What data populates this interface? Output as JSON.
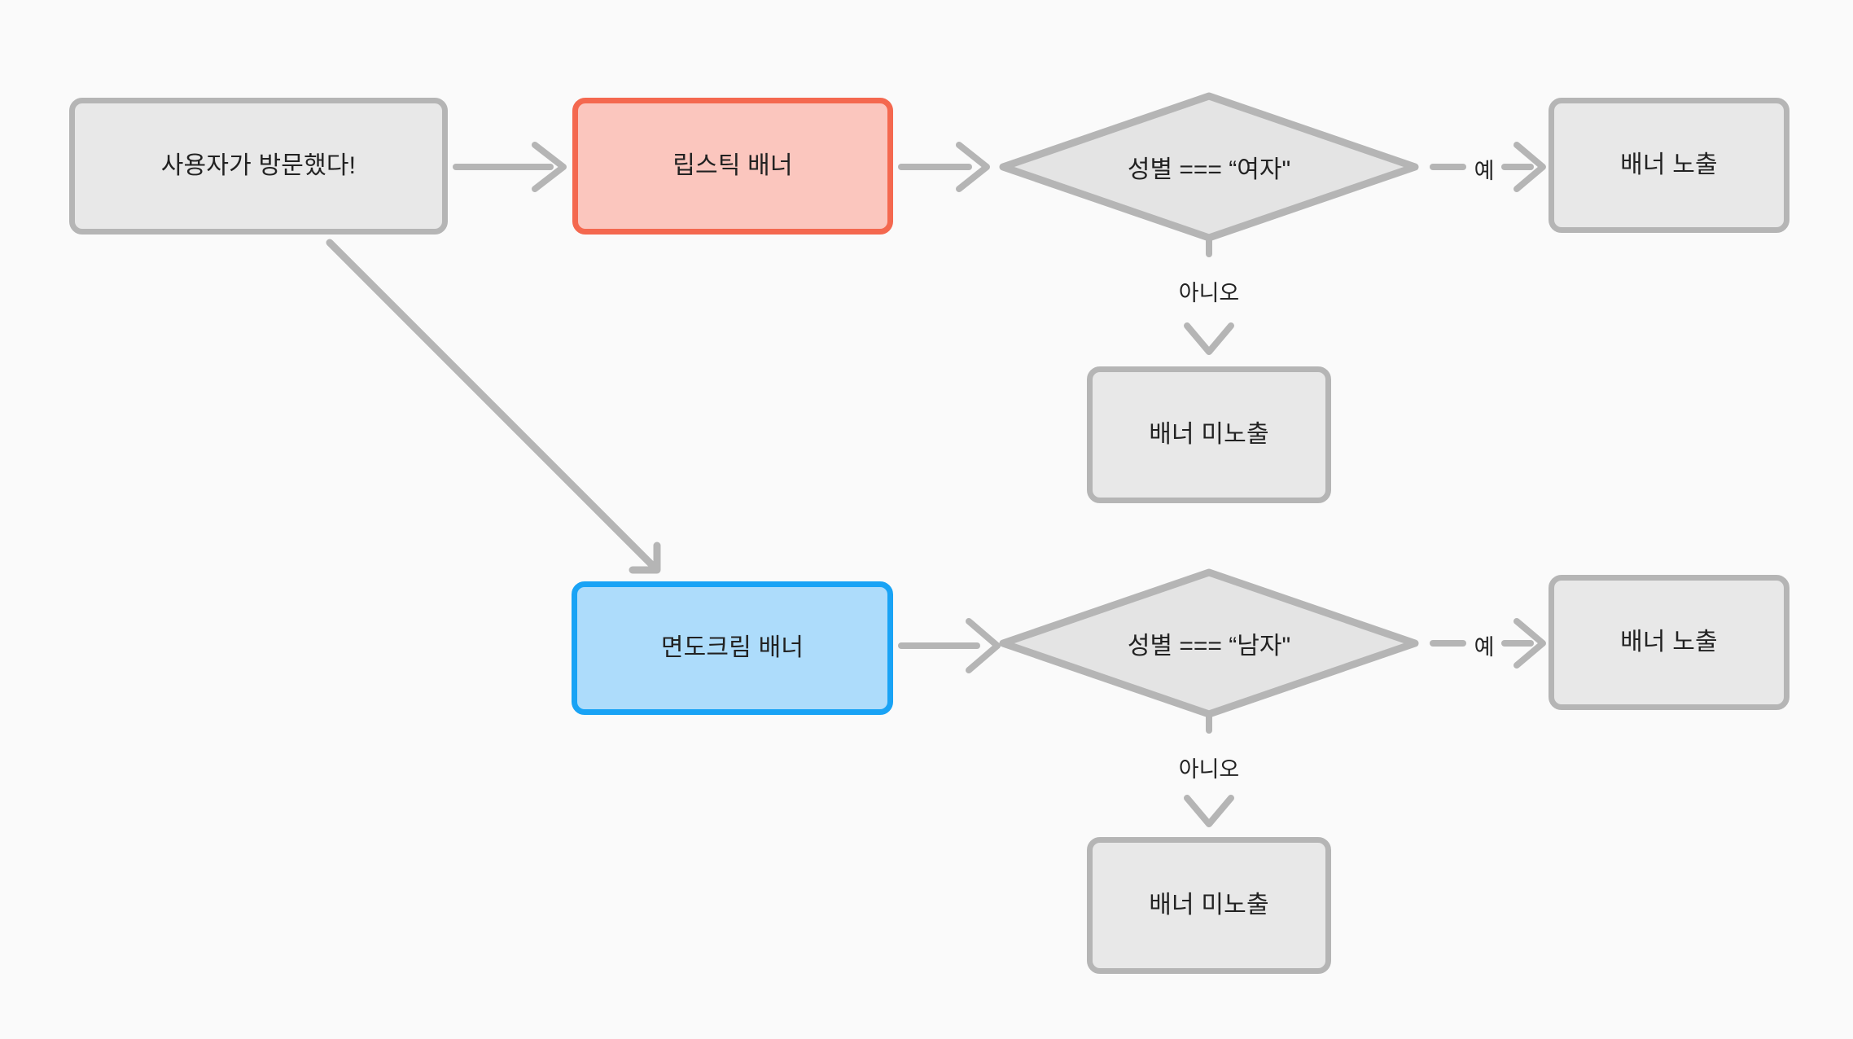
{
  "diagram": {
    "type": "flowchart",
    "title": "",
    "background_color": "#fafafa",
    "edge_color": "#b5b5b5",
    "text_color": "#222222",
    "palette": {
      "gray_fill": "#e8e8e8",
      "gray_border": "#b5b5b5",
      "red_fill": "#fbc6be",
      "red_border": "#f4684f",
      "blue_fill": "#addcfb",
      "blue_border": "#19a3f5"
    },
    "nodes": {
      "start": {
        "label": "사용자가 방문했다!",
        "shape": "rounded-rect",
        "style": "gray"
      },
      "lipstick_banner": {
        "label": "립스틱 배너",
        "shape": "rounded-rect",
        "style": "red"
      },
      "shaving_cream_banner": {
        "label": "면도크림 배너",
        "shape": "rounded-rect",
        "style": "blue"
      },
      "decision_female": {
        "label": "성별 === “여자\"",
        "shape": "diamond",
        "style": "gray"
      },
      "decision_male": {
        "label": "성별 === “남자\"",
        "shape": "diamond",
        "style": "gray"
      },
      "show_banner_top": {
        "label": "배너 노출",
        "shape": "rounded-rect",
        "style": "gray"
      },
      "hide_banner_top": {
        "label": "배너 미노출",
        "shape": "rounded-rect",
        "style": "gray"
      },
      "show_banner_bottom": {
        "label": "배너 노출",
        "shape": "rounded-rect",
        "style": "gray"
      },
      "hide_banner_bottom": {
        "label": "배너 미노출",
        "shape": "rounded-rect",
        "style": "gray"
      }
    },
    "edges": [
      {
        "from": "start",
        "to": "lipstick_banner",
        "label": ""
      },
      {
        "from": "start",
        "to": "shaving_cream_banner",
        "label": ""
      },
      {
        "from": "lipstick_banner",
        "to": "decision_female",
        "label": ""
      },
      {
        "from": "decision_female",
        "to": "show_banner_top",
        "label": "예"
      },
      {
        "from": "decision_female",
        "to": "hide_banner_top",
        "label": "아니오"
      },
      {
        "from": "shaving_cream_banner",
        "to": "decision_male",
        "label": ""
      },
      {
        "from": "decision_male",
        "to": "show_banner_bottom",
        "label": "예"
      },
      {
        "from": "decision_male",
        "to": "hide_banner_bottom",
        "label": "아니오"
      }
    ],
    "edge_labels": {
      "yes_top": "예",
      "no_top": "아니오",
      "yes_bottom": "예",
      "no_bottom": "아니오"
    }
  }
}
